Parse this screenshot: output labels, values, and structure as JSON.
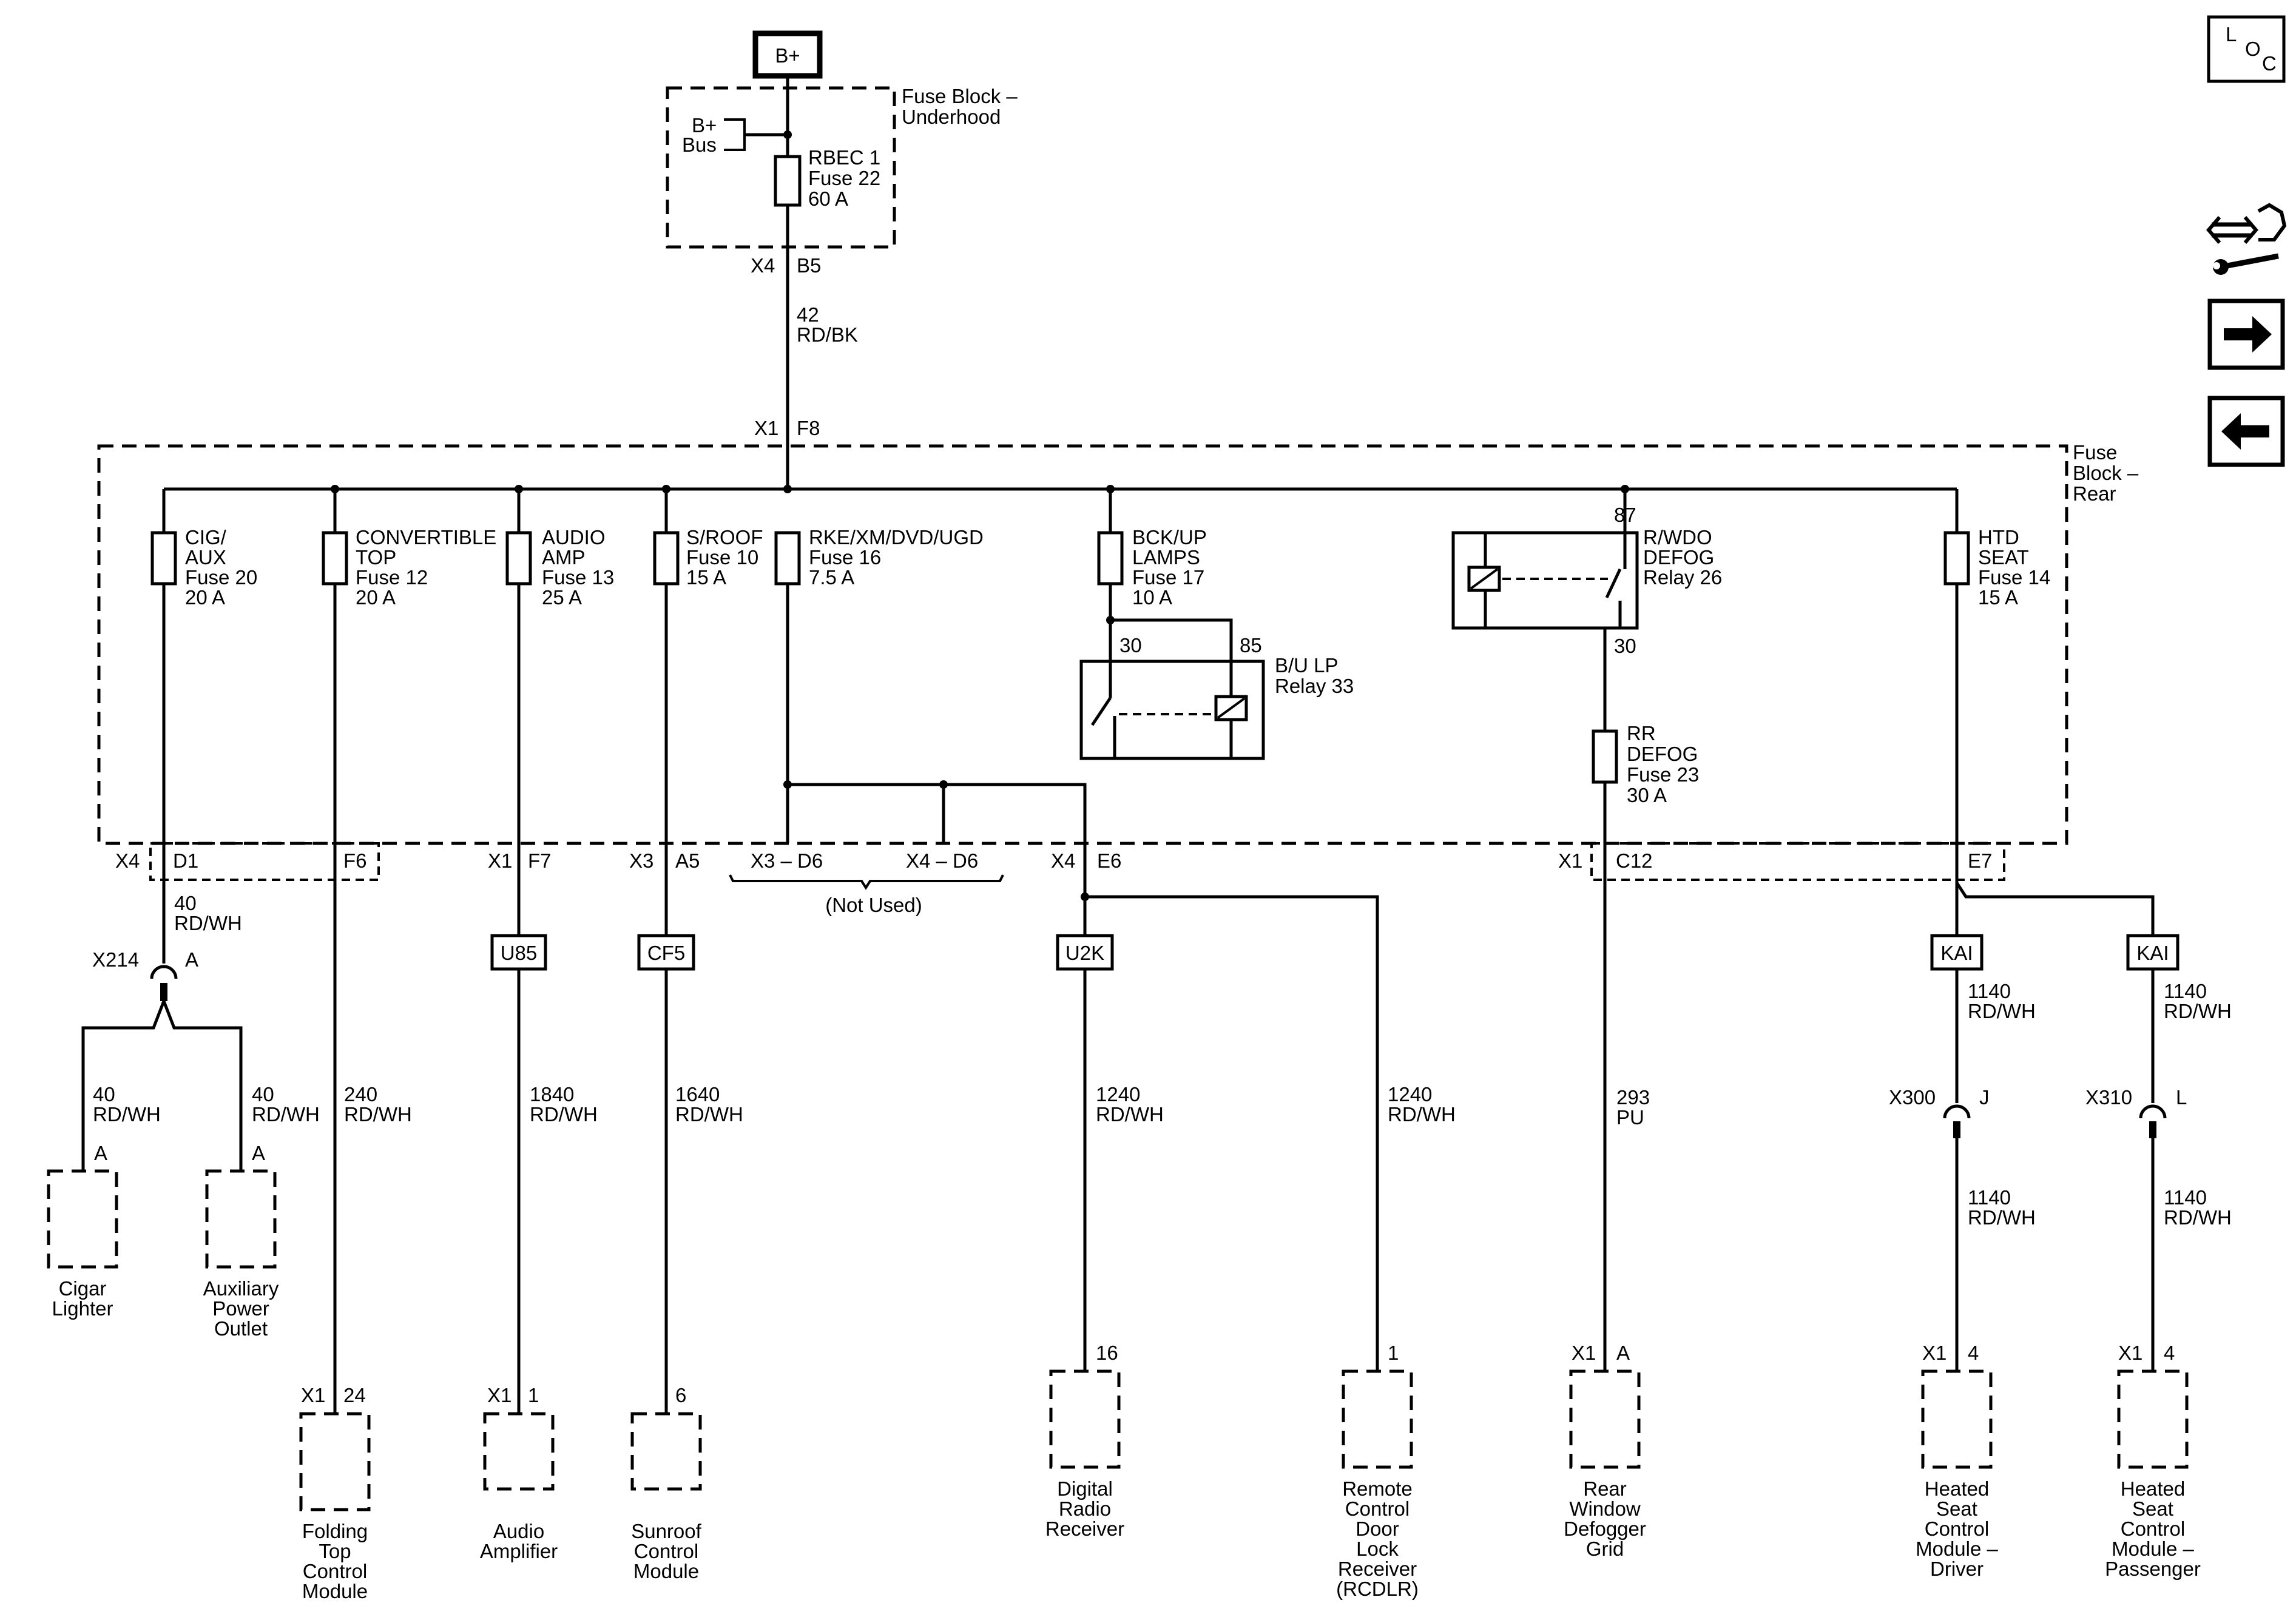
{
  "power": {
    "label": "B+"
  },
  "underhood": {
    "title": [
      "Fuse Block –",
      "Underhood"
    ],
    "bus": [
      "B+",
      "Bus"
    ],
    "fuse": [
      "RBEC 1",
      "Fuse 22",
      "60 A"
    ],
    "conn": "X4",
    "pin": "B5"
  },
  "feed_wire": [
    "42",
    "RD/BK"
  ],
  "rear_entry": {
    "conn": "X1",
    "pin": "F8"
  },
  "rear_block": {
    "title": [
      "Fuse",
      "Block –",
      "Rear"
    ]
  },
  "fuses": {
    "cig": [
      "CIG/",
      "AUX",
      "Fuse 20",
      "20 A"
    ],
    "conv": [
      "CONVERTIBLE",
      "TOP",
      "Fuse 12",
      "20 A"
    ],
    "audio": [
      "AUDIO",
      "AMP",
      "Fuse 13",
      "25 A"
    ],
    "sroof": [
      "S/ROOF",
      "Fuse 10",
      "15 A"
    ],
    "rke": [
      "RKE/XM/DVD/UGD",
      "Fuse 16",
      "7.5 A"
    ],
    "bck": [
      "BCK/UP",
      "LAMPS",
      "Fuse 17",
      "10 A"
    ],
    "rwdo": [
      "R/WDO",
      "DEFOG",
      "Relay 26"
    ],
    "htd": [
      "HTD",
      "SEAT",
      "Fuse 14",
      "15 A"
    ],
    "rrdefog": [
      "RR",
      "DEFOG",
      "Fuse 23",
      "30 A"
    ],
    "bu_relay": [
      "B/U LP",
      "Relay 33"
    ]
  },
  "relay_pins": {
    "p30a": "30",
    "p85": "85",
    "p87": "87",
    "p30b": "30"
  },
  "connectors": {
    "x4": "X4",
    "d1": "D1",
    "f6": "F6",
    "x1a": "X1",
    "f7": "F7",
    "x3": "X3",
    "a5": "A5",
    "x3d6": "X3 – D6",
    "x4d6": "X4 – D6",
    "not_used": "(Not Used)",
    "x4b": "X4",
    "e6": "E6",
    "x1b": "X1",
    "c12": "C12",
    "e7": "E7"
  },
  "splices": {
    "u85": "U85",
    "cf5": "CF5",
    "u2k": "U2K",
    "kai1": "KAI",
    "kai2": "KAI"
  },
  "inline": {
    "x214": "X214",
    "x214pin": "A",
    "x300": "X300",
    "x300pin": "J",
    "x310": "X310",
    "x310pin": "L"
  },
  "wires": {
    "cig_top": [
      "40",
      "RD/WH"
    ],
    "cig_left": [
      "40",
      "RD/WH"
    ],
    "cig_right": [
      "40",
      "RD/WH"
    ],
    "conv": [
      "240",
      "RD/WH"
    ],
    "audio": [
      "1840",
      "RD/WH"
    ],
    "sroof": [
      "1640",
      "RD/WH"
    ],
    "radio": [
      "1240",
      "RD/WH"
    ],
    "rcdlr": [
      "1240",
      "RD/WH"
    ],
    "defog": [
      "293",
      "PU"
    ],
    "drv_top": [
      "1140",
      "RD/WH"
    ],
    "drv_bot": [
      "1140",
      "RD/WH"
    ],
    "pas_top": [
      "1140",
      "RD/WH"
    ],
    "pas_bot": [
      "1140",
      "RD/WH"
    ]
  },
  "components": {
    "cigar": {
      "pin": "A",
      "name": [
        "Cigar",
        "Lighter"
      ]
    },
    "aux": {
      "pin": "A",
      "name": [
        "Auxiliary",
        "Power",
        "Outlet"
      ]
    },
    "folding": {
      "conn": "X1",
      "pin": "24",
      "name": [
        "Folding",
        "Top",
        "Control",
        "Module"
      ]
    },
    "amp": {
      "conn": "X1",
      "pin": "1",
      "name": [
        "Audio",
        "Amplifier"
      ]
    },
    "sunroof": {
      "pin": "6",
      "name": [
        "Sunroof",
        "Control",
        "Module"
      ]
    },
    "radio": {
      "pin": "16",
      "name": [
        "Digital",
        "Radio",
        "Receiver"
      ]
    },
    "rcdlr": {
      "pin": "1",
      "name": [
        "Remote",
        "Control",
        "Door",
        "Lock",
        "Receiver",
        "(RCDLR)"
      ]
    },
    "grid": {
      "conn": "X1",
      "pin": "A",
      "name": [
        "Rear",
        "Window",
        "Defogger",
        "Grid"
      ]
    },
    "hsd": {
      "conn": "X1",
      "pin": "4",
      "name": [
        "Heated",
        "Seat",
        "Control",
        "Module –",
        "Driver"
      ]
    },
    "hsp": {
      "conn": "X1",
      "pin": "4",
      "name": [
        "Heated",
        "Seat",
        "Control",
        "Module –",
        "Passenger"
      ]
    }
  },
  "nav": {
    "loc": [
      "L",
      "O",
      "C"
    ],
    "icons": [
      "connector-repair-icon",
      "arrow-right-icon",
      "arrow-left-icon"
    ]
  }
}
